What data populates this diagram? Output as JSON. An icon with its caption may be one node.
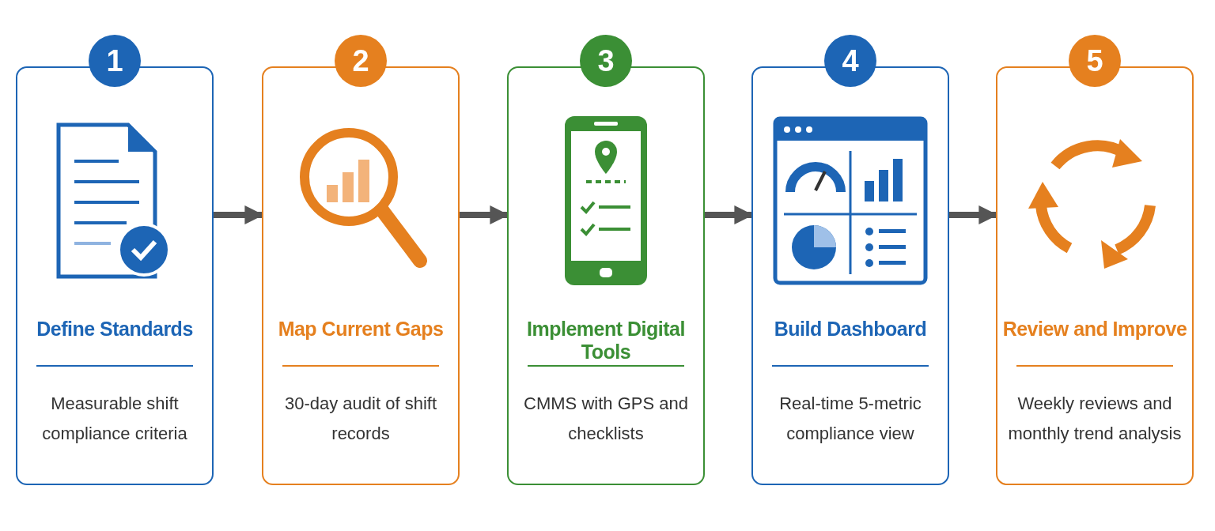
{
  "diagram": {
    "nodes": [
      {
        "text": [
          "1",
          "Define Standards",
          "Measurable shift compliance criteria"
        ]
      },
      {
        "text": [
          "2",
          "Map Current Gaps",
          "30-day audit of shift records"
        ]
      },
      {
        "text": [
          "3",
          "Implement Digital Tools",
          "CMMS with GPS and checklists"
        ]
      },
      {
        "text": [
          "4",
          "Build Dashboard",
          "Real-time 5-metric compliance view"
        ]
      },
      {
        "text": [
          "5",
          "Review and Improve",
          "Weekly reviews and monthly trend analysis"
        ]
      }
    ],
    "edges": [
      {
        "from": 0,
        "to": 1,
        "arrow": "to"
      },
      {
        "from": 1,
        "to": 2,
        "arrow": "to"
      },
      {
        "from": 2,
        "to": 3,
        "arrow": "to"
      },
      {
        "from": 3,
        "to": 4,
        "arrow": "to"
      }
    ]
  }
}
